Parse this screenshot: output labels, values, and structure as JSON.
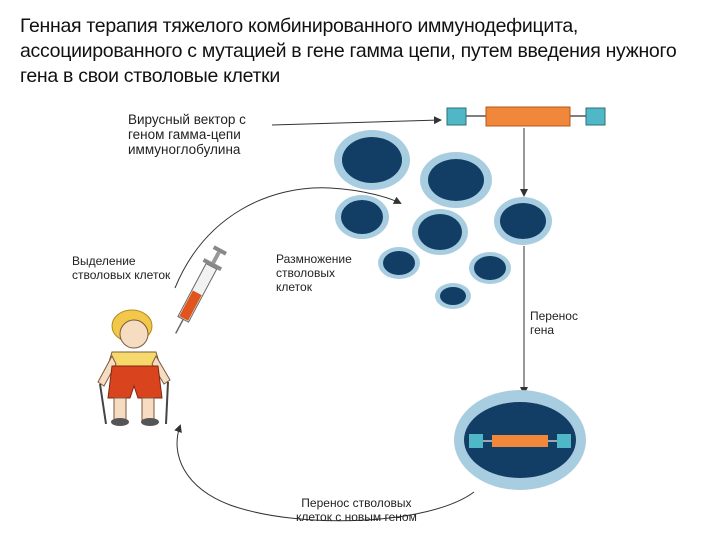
{
  "title": "Генная терапия тяжелого комбинированного иммунодефицита, ассоциированного с мутацией в гене гамма цепи, путем введения нужного гена в свои стволовые клетки",
  "labels": {
    "vector_line1": "Вирусный вектор с",
    "vector_line2": "геном гамма-цепи",
    "vector_line3": "иммуноглобулина",
    "isolate_line1": "Выделение",
    "isolate_line2": "стволовых клеток",
    "multiply_line1": "Размножение",
    "multiply_line2": "стволовых",
    "multiply_line3": "клеток",
    "transfer_line1": "Перенос",
    "transfer_line2": "гена",
    "return_line1": "Перенос стволовых",
    "return_line2": "клеток с новым геном"
  },
  "colors": {
    "cell_outer": "#a9cde0",
    "cell_nucleus": "#123e66",
    "gene_orange": "#f0873a",
    "vector_teal": "#4fb7c5",
    "arrow": "#333333",
    "syringe_fluid": "#e0541e"
  },
  "icons": [
    "syringe-icon",
    "child-figure-icon"
  ]
}
